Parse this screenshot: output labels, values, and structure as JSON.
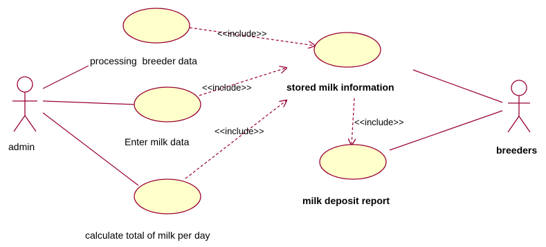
{
  "actors": {
    "admin": {
      "label": "admin"
    },
    "breeders": {
      "label": "breeders"
    }
  },
  "use_cases": {
    "processing": {
      "label": "processing  breeder data"
    },
    "enter": {
      "label": "Enter milk data"
    },
    "calculate": {
      "label": "calculate total of milk per day"
    },
    "stored": {
      "label": "stored milk information"
    },
    "report": {
      "label": "milk deposit report"
    }
  },
  "relations": {
    "include_label": "<<include>>"
  },
  "colors": {
    "ellipse_fill": "#ffffcc",
    "line": "#990033"
  }
}
